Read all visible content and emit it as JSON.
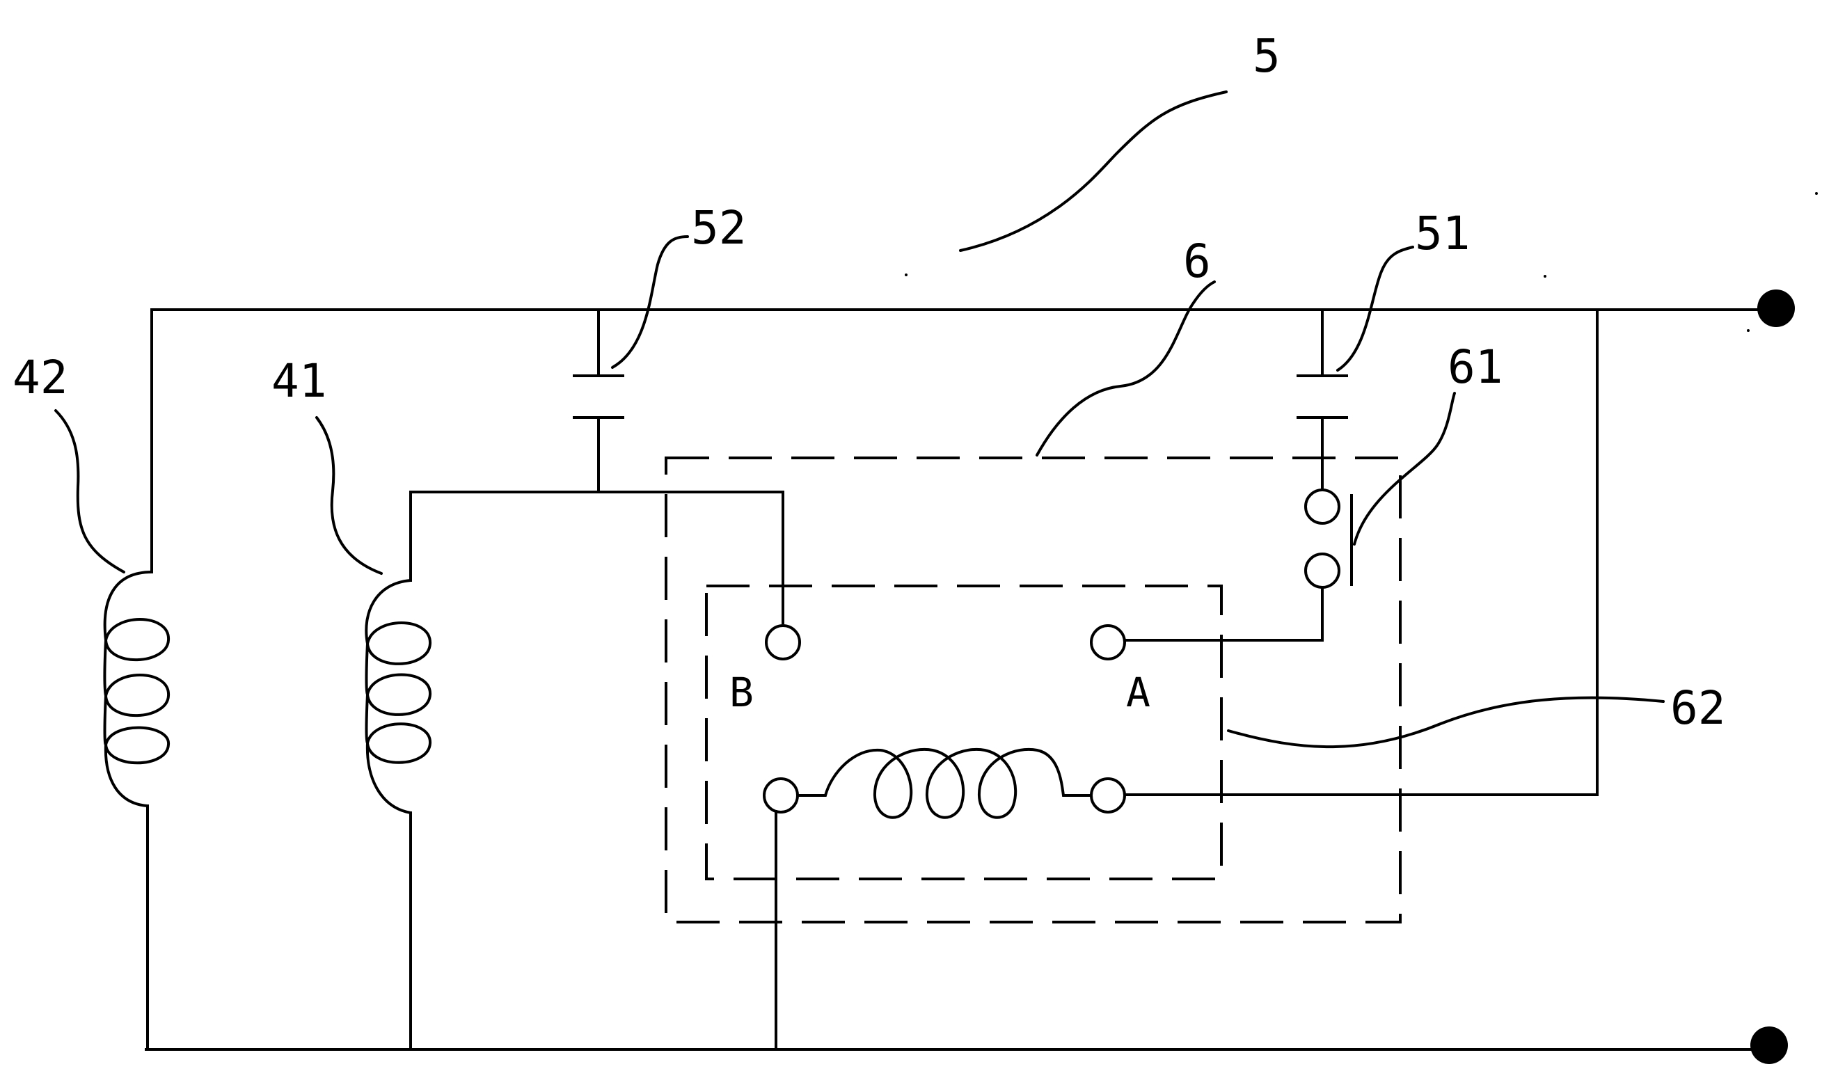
{
  "labels": {
    "ref_5": "5",
    "ref_52": "52",
    "ref_51": "51",
    "ref_6": "6",
    "ref_61": "61",
    "ref_42": "42",
    "ref_41": "41",
    "ref_62": "62",
    "point_a": "A",
    "point_b": "B"
  },
  "colors": {
    "line": "#000000",
    "background": "#ffffff"
  }
}
